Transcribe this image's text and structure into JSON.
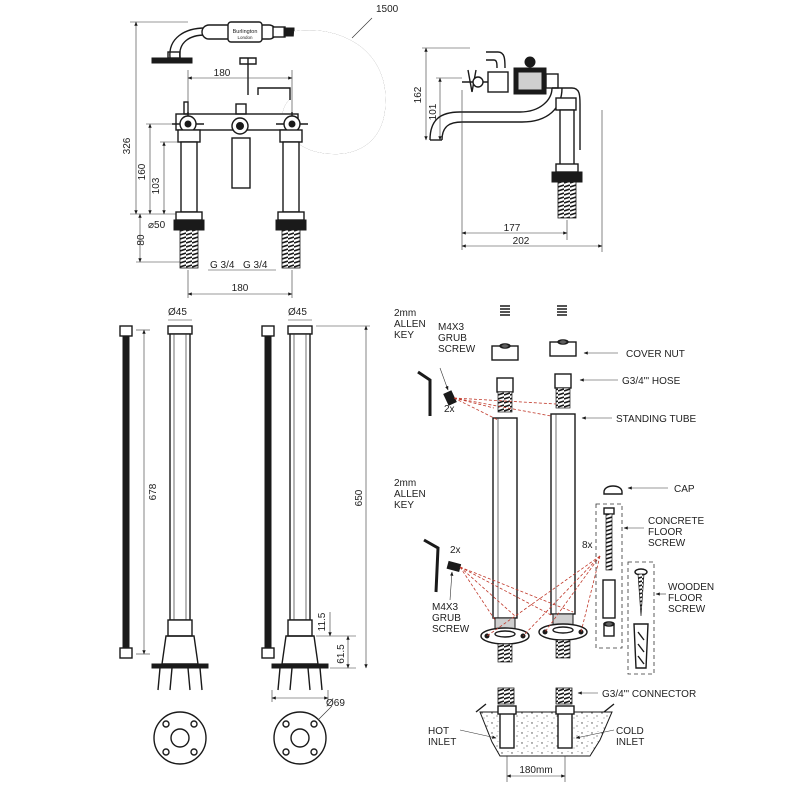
{
  "dimensions": {
    "hose_length": "1500",
    "top_height": "326",
    "spout_span": "180",
    "riser_height": "160",
    "body_height": "103",
    "flange_dia": "⌀50",
    "base_height": "80",
    "thread_left": "G 3/4",
    "thread_right": "G 3/4",
    "base_span": "180",
    "side_height_total": "162",
    "side_height_spout": "101",
    "side_depth_1": "177",
    "side_depth_2": "202",
    "tube_dia_left": "Ø45",
    "tube_dia_right": "Ø45",
    "hose_length_long": "678",
    "tube_height": "650",
    "cap_height": "11.5",
    "foot_height": "61.5",
    "flange_base_dia": "Ø69",
    "inlet_span": "180mm"
  },
  "labels": {
    "brand_line1": "Burlington",
    "brand_line2": "London",
    "allen_key_top": [
      "2mm",
      "ALLEN",
      "KEY"
    ],
    "grub_screw_top": [
      "M4X3",
      "GRUB",
      "SCREW"
    ],
    "qty_top": "2x",
    "allen_key_bottom": [
      "2mm",
      "ALLEN",
      "KEY"
    ],
    "grub_screw_bottom": [
      "M4X3",
      "GRUB",
      "SCREW"
    ],
    "qty_bottom": "2x",
    "qty_screws": "8x",
    "cover_nut": "COVER NUT",
    "hose": "G3/4\"' HOSE",
    "standing_tube": "STANDING TUBE",
    "cap": "CAP",
    "concrete_screw": [
      "CONCRETE",
      "FLOOR",
      "SCREW"
    ],
    "wooden_screw": [
      "WOODEN",
      "FLOOR",
      "SCREW"
    ],
    "connector": "G3/4\"' CONNECTOR",
    "hot_inlet": [
      "HOT",
      "INLET"
    ],
    "cold_inlet": [
      "COLD",
      "INLET"
    ]
  }
}
